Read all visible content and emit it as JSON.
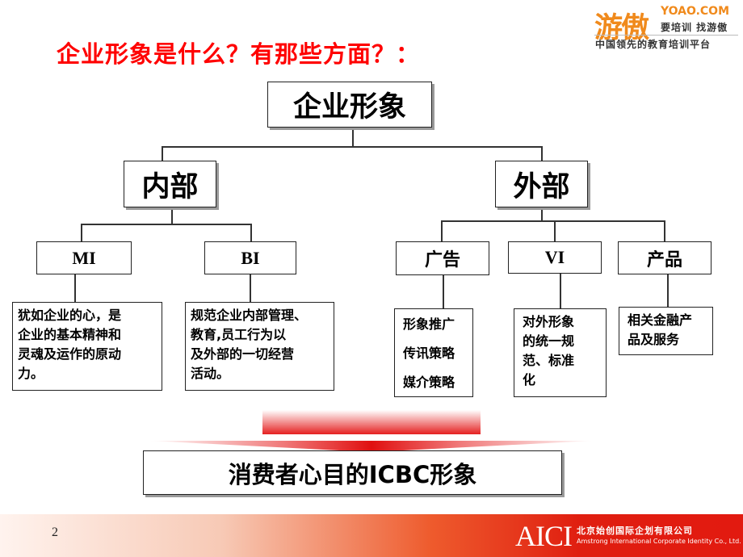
{
  "header": {
    "title": "企业形象是什么？有那些方面？：",
    "logo": {
      "brand": "游傲",
      "url": "YOAO.COM",
      "slogan": "要培训 找游傲",
      "tagline": "中国领先的教育培训平台",
      "color": "#f08a1c"
    }
  },
  "diagram": {
    "root": "企业形象",
    "internal": {
      "label": "内部",
      "children": [
        {
          "label": "MI",
          "desc": [
            "犹如企业的心，是",
            "企业的基本精神和",
            "灵魂及运作的原动",
            "力。"
          ]
        },
        {
          "label": "BI",
          "desc": [
            "规范企业内部管理、",
            "教育,员工行为以",
            "及外部的一切经营",
            "活动。"
          ]
        }
      ]
    },
    "external": {
      "label": "外部",
      "children": [
        {
          "label": "广告",
          "desc": [
            "形象推广",
            "传讯策略",
            "媒介策略"
          ]
        },
        {
          "label": "VI",
          "desc": [
            "对外形象",
            "的统一规",
            "范、标准",
            "化"
          ]
        },
        {
          "label": "产品",
          "desc": [
            "相关金融产",
            "品及服务"
          ]
        }
      ]
    },
    "result": "消费者心目的ICBC形象"
  },
  "footer": {
    "page_number": "2",
    "company_logo": "AICI",
    "company_name_cn": "北京始创国际企划有限公司",
    "company_name_en": "Amstrong International Corporate Identity Co., Ltd."
  }
}
